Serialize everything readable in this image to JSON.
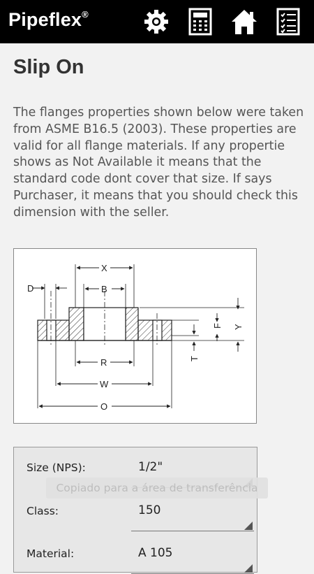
{
  "app": {
    "brand": "Pipeflex",
    "brand_mark": "®",
    "toolbar_icons": [
      "gear-icon",
      "calculator-icon",
      "home-icon",
      "checklist-icon"
    ]
  },
  "page": {
    "title": "Slip On",
    "description": "The flanges properties shown below were taken from ASME B16.5 (2003). These properties are valid for all flange materials. If any propertie shows as Not Available it means that the standard code dont cover that size. If says Purchaser, it means that you should check this dimension with the seller."
  },
  "diagram": {
    "labels": {
      "x": "X",
      "b": "B",
      "d": "D",
      "r": "R",
      "w": "W",
      "o": "O",
      "f": "F",
      "y": "Y",
      "t": "T"
    }
  },
  "form": {
    "size": {
      "label": "Size (NPS):",
      "value": "1/2\""
    },
    "class": {
      "label": "Class:",
      "value": "150"
    },
    "material": {
      "label": "Material:",
      "value": "A 105"
    }
  },
  "toast": {
    "text": "Copiado para a área de transferência"
  },
  "colors": {
    "topbar": "#000000",
    "background": "#f2f2f2",
    "form_bg": "#e7e7e7"
  }
}
